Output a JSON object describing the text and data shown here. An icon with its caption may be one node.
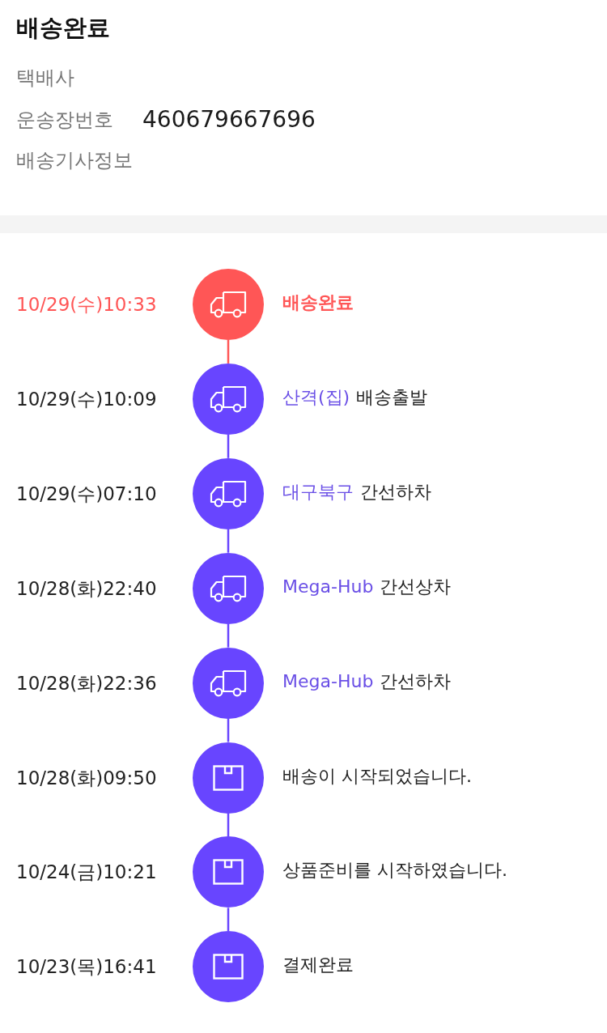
{
  "diagram": {
    "title": "배송완료",
    "nodes": [
      {
        "text": [],
        "shape": "circle",
        "beside": [
          "10/29(수)10:33",
          "배송완료"
        ]
      },
      {
        "text": [],
        "shape": "circle",
        "beside": [
          "10/29(수)10:09",
          "산격(집)",
          "배송출발"
        ]
      },
      {
        "text": [],
        "shape": "circle",
        "beside": [
          "10/29(수)07:10",
          "대구북구",
          "간선하차"
        ]
      },
      {
        "text": [],
        "shape": "circle",
        "beside": [
          "10/28(화)22:40",
          "Mega-Hub",
          "간선상차"
        ]
      },
      {
        "text": [],
        "shape": "circle",
        "beside": [
          "10/28(화)22:36",
          "Mega-Hub",
          "간선하차"
        ]
      },
      {
        "text": [],
        "shape": "circle",
        "beside": [
          "10/28(화)09:50",
          "배송이 시작되었습니다."
        ]
      },
      {
        "text": [],
        "shape": "circle",
        "beside": [
          "10/24(금)10:21",
          "상품준비를 시작하였습니다."
        ]
      },
      {
        "text": [],
        "shape": "circle",
        "beside": [
          "10/23(목)16:41",
          "결제완료"
        ]
      }
    ],
    "edges": [
      {
        "from": 0,
        "to": 1,
        "arrow": "none",
        "color": "#ff5656"
      },
      {
        "from": 1,
        "to": 2,
        "arrow": "none"
      },
      {
        "from": 2,
        "to": 3,
        "arrow": "none"
      },
      {
        "from": 3,
        "to": 4,
        "arrow": "none"
      },
      {
        "from": 4,
        "to": 5,
        "arrow": "none"
      },
      {
        "from": 5,
        "to": 6,
        "arrow": "none"
      },
      {
        "from": 6,
        "to": 7,
        "arrow": "none"
      }
    ],
    "labels": [
      "택배사",
      "운송장번호",
      "460679667696",
      "배송기사정보"
    ]
  }
}
